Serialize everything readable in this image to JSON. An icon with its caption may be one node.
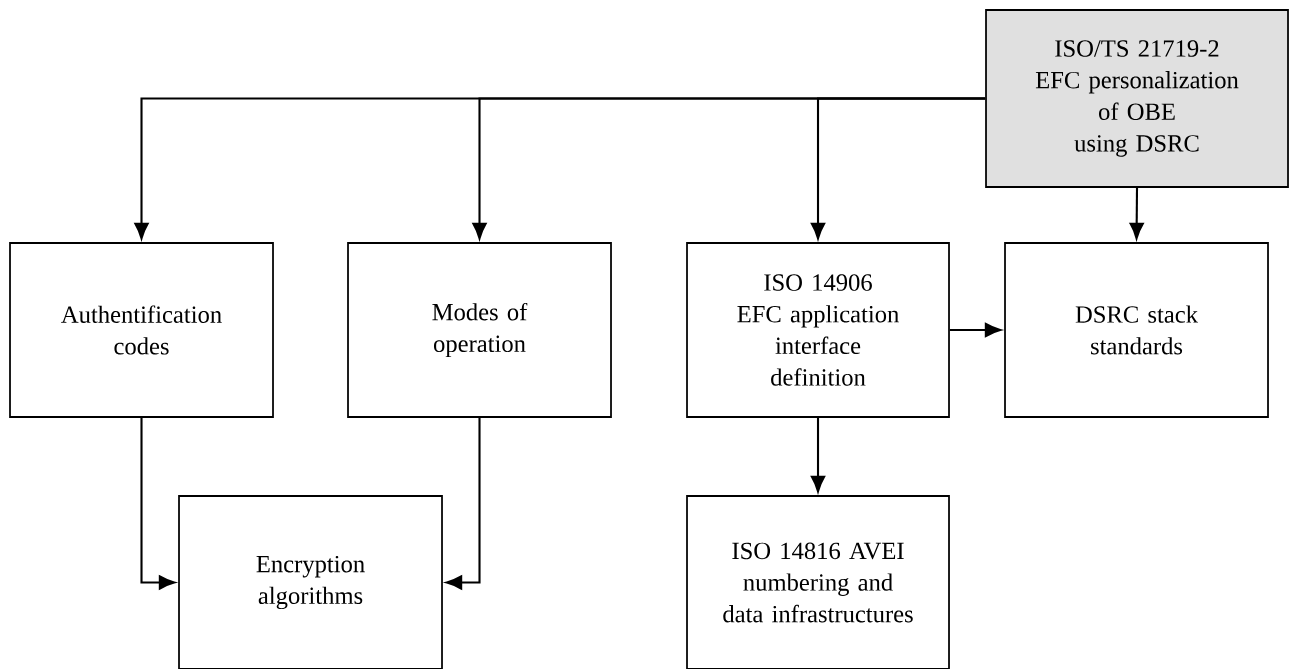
{
  "diagram": {
    "nodes": [
      {
        "text": [
          "ISO/TS 21719-2 EFC personalization of OBE using DSRC"
        ]
      },
      {
        "text": [
          "Authentification codes"
        ]
      },
      {
        "text": [
          "Modes of operation"
        ]
      },
      {
        "text": [
          "ISO 14906 EFC application interface definition"
        ]
      },
      {
        "text": [
          "DSRC stack standards"
        ]
      },
      {
        "text": [
          "Encryption algorithms"
        ]
      },
      {
        "text": [
          "ISO 14816 AVEI numbering and data infrastructures"
        ]
      }
    ],
    "edges": [
      {
        "from": 0,
        "to": 1,
        "arrow": "to"
      },
      {
        "from": 0,
        "to": 2,
        "arrow": "to"
      },
      {
        "from": 0,
        "to": 3,
        "arrow": "to"
      },
      {
        "from": 0,
        "to": 4,
        "arrow": "to"
      },
      {
        "from": 3,
        "to": 4,
        "arrow": "to"
      },
      {
        "from": 3,
        "to": 6,
        "arrow": "to"
      },
      {
        "from": 1,
        "to": 5,
        "arrow": "to"
      },
      {
        "from": 2,
        "to": 5,
        "arrow": "to"
      }
    ]
  }
}
